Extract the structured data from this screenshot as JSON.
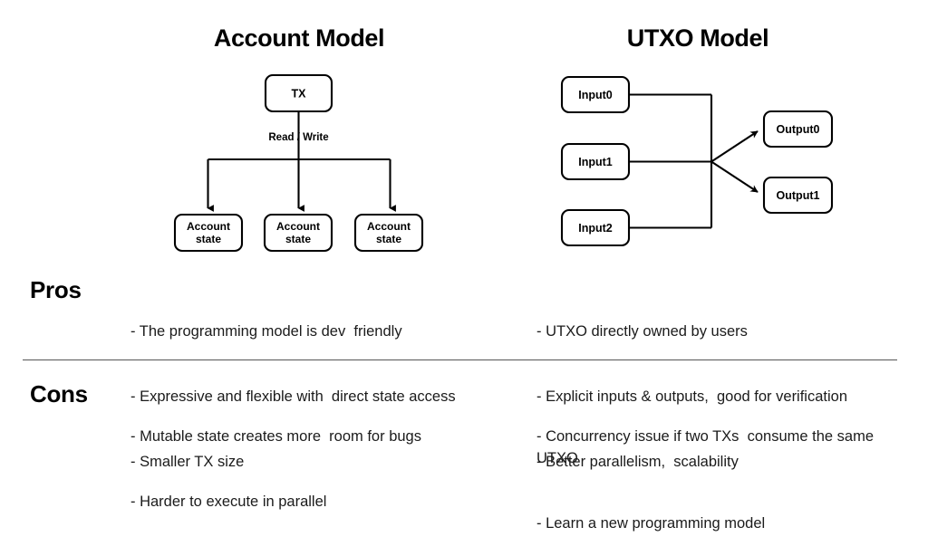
{
  "diagrams": {
    "account": {
      "title": "Account Model",
      "tx_node": "TX",
      "edge_caption": "Read / Write",
      "state_nodes": [
        {
          "line1": "Account",
          "line2": "state"
        },
        {
          "line1": "Account",
          "line2": "state"
        },
        {
          "line1": "Account",
          "line2": "state"
        }
      ]
    },
    "utxo": {
      "title": "UTXO Model",
      "inputs": [
        "Input0",
        "Input1",
        "Input2"
      ],
      "outputs": [
        "Output0",
        "Output1"
      ]
    }
  },
  "comparison": {
    "pros_label": "Pros",
    "cons_label": "Cons",
    "pros": {
      "account": [
        "- The programming model is dev  friendly",
        "- Expressive and flexible with  direct state access",
        "- Smaller TX size"
      ],
      "utxo": [
        "- UTXO directly owned by users",
        "- Explicit inputs & outputs,  good for verification",
        "- Better parallelism,  scalability"
      ]
    },
    "cons": {
      "account": [
        "- Mutable state creates more  room for bugs",
        "- Harder to execute in parallel"
      ],
      "utxo": [
        "- Concurrency issue if two TXs  consume the same UTXO",
        "- Learn a new programming model"
      ]
    }
  },
  "colors": {
    "background": "#ffffff",
    "stroke": "#000000",
    "text": "#1b1b1b",
    "divider": "#555555"
  }
}
